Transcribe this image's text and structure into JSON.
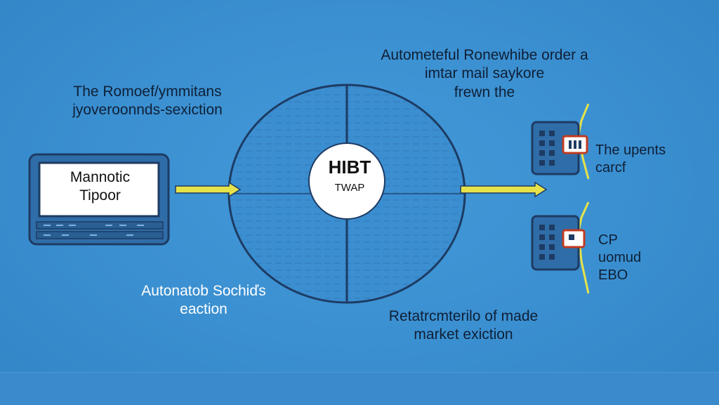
{
  "labels": {
    "top": [
      "Autometeful Ronewhibe order a",
      "imtar mail saykore",
      "frewn the"
    ],
    "left": [
      "The Romoef/ymmitans",
      "jyoveroonnds-sexiction"
    ],
    "bottom_left": [
      "Autonatob Sochiďs",
      "eaction"
    ],
    "bottom": [
      "Retatrcmterilo of made",
      "market exiction"
    ],
    "right_top": [
      "The upents",
      "carcf"
    ],
    "right_bottom": [
      "CP",
      "uomud",
      "EBO"
    ]
  },
  "monitor": {
    "line1": "Mannotic",
    "line2": "Tipoor"
  },
  "center": {
    "title": "HIBT",
    "subtitle": "TWAP"
  },
  "colors": {
    "background": "#3a8fd0",
    "arrow": "#e6e34a",
    "outline": "#1d3b63",
    "circle_fill": "#ffffff",
    "text_dark": "#10213a",
    "text_white": "#ffffff"
  }
}
